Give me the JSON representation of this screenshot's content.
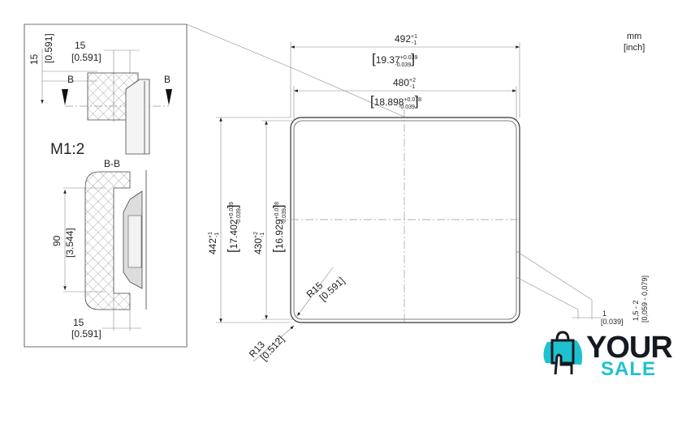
{
  "units": {
    "mm": "mm",
    "inch": "[inch]"
  },
  "detail": {
    "top_dim_v": {
      "mm": "15",
      "inch": "[0.591]"
    },
    "top_dim_h": {
      "mm": "15",
      "inch": "[0.591]"
    },
    "section_label_left": "B",
    "section_label_right": "B",
    "scale": "M1:2",
    "section_title": "B-B",
    "height_dim": {
      "mm": "90",
      "inch": "[3.544]"
    },
    "bottom_dim": {
      "mm": "15",
      "inch": "[0.591]"
    }
  },
  "main": {
    "width_outer": {
      "mm": "492",
      "tol_up": "+1",
      "tol_down": "-1",
      "inch": "19.37",
      "inch_up": "+0.039",
      "inch_down": "-0.039"
    },
    "width_inner": {
      "mm": "480",
      "tol_up": "+2",
      "tol_down": "-1",
      "inch": "18.898",
      "inch_up": "+0.078",
      "inch_down": "-0.039"
    },
    "height_outer": {
      "mm": "442",
      "tol_up": "+1",
      "tol_down": "-1",
      "inch": "17.402",
      "inch_up": "+0.039",
      "inch_down": "-0.039"
    },
    "height_inner": {
      "mm": "430",
      "tol_up": "+2",
      "tol_down": "-1",
      "inch": "16.929",
      "inch_up": "+0.078",
      "inch_down": "-0.039"
    },
    "radius_inner": {
      "mm": "R15",
      "inch": "[0.591]"
    },
    "radius_outer": {
      "mm": "R13",
      "inch": "[0.512]"
    },
    "gap": {
      "mm": "1",
      "inch": "[0.039]"
    },
    "edge": {
      "mm": "1,5 - 2",
      "inch": "[0,059 - 0,079]"
    }
  },
  "logo": {
    "line1": "YOUR",
    "line2": "SALE",
    "colors": {
      "dark": "#151a22",
      "accent": "#1ec2cf"
    }
  }
}
